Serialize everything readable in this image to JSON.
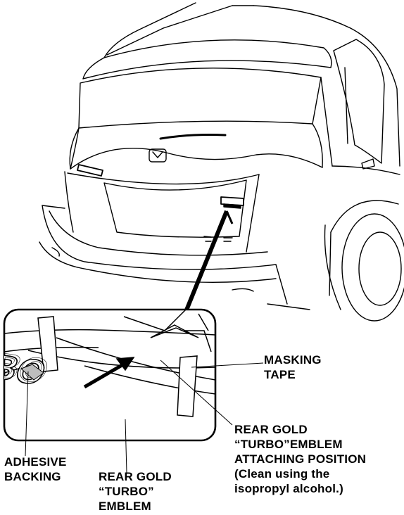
{
  "callouts": {
    "masking_tape": [
      "MASKING",
      "TAPE"
    ],
    "attaching_position": [
      "REAR GOLD",
      "“TURBO”EMBLEM",
      "ATTACHING POSITION",
      "(Clean using the",
      "isopropyl alcohol.)"
    ],
    "adhesive_backing": [
      "ADHESIVE",
      "BACKING"
    ],
    "emblem": [
      "REAR GOLD",
      "“TURBO”",
      "EMBLEM"
    ]
  },
  "emblem_text": "TURBO",
  "colors": {
    "line": "#000000",
    "background": "#ffffff",
    "tape_fill": "#ffffff",
    "backing_fill": "#bdbdbd"
  }
}
